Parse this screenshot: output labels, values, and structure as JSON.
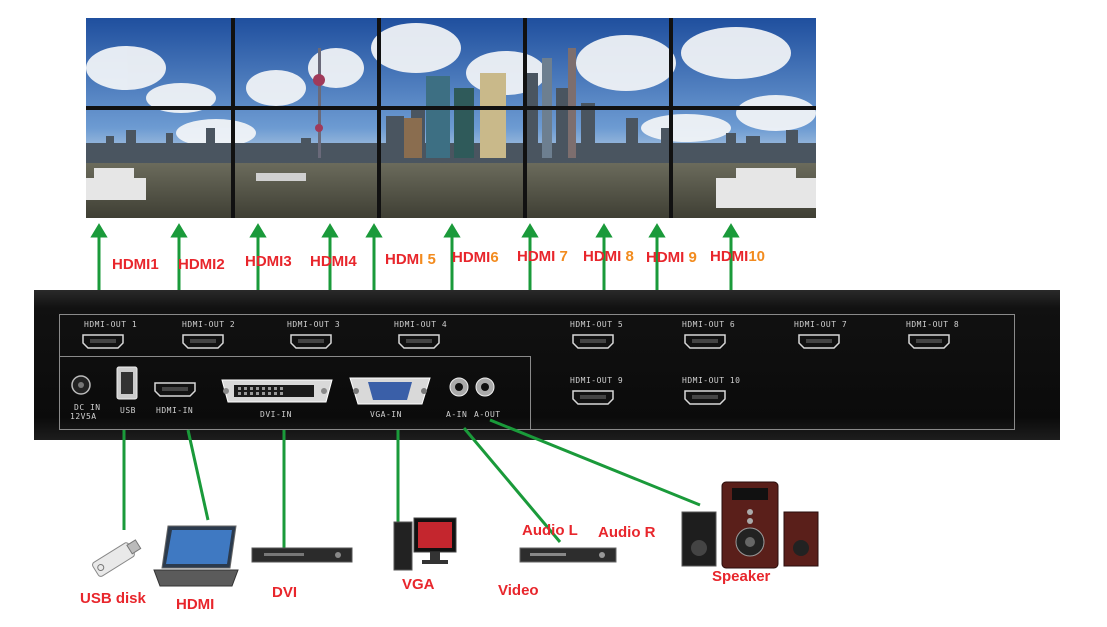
{
  "outputs": [
    {
      "label": "HDMI1"
    },
    {
      "label": "HDMI2"
    },
    {
      "label": "HDMI3"
    },
    {
      "label": "HDMI4"
    },
    {
      "label_main": "HDM",
      "label_num": "I 5"
    },
    {
      "label_main": "HDMI",
      "label_num": "6"
    },
    {
      "label_main": "HDMI",
      "label_num": " 7"
    },
    {
      "label_main": "HDMI",
      "label_num": " 8"
    },
    {
      "label_main": "HDMI",
      "label_num": " 9"
    },
    {
      "label_main": "HDMI",
      "label_num": "10"
    }
  ],
  "panel": {
    "hdmi_out": [
      "HDMI-OUT 1",
      "HDMI-OUT 2",
      "HDMI-OUT 3",
      "HDMI-OUT 4",
      "HDMI-OUT 5",
      "HDMI-OUT 6",
      "HDMI-OUT 7",
      "HDMI-OUT 8",
      "HDMI-OUT 9",
      "HDMI-OUT 10"
    ],
    "dc_in": "DC IN",
    "dc_rating": "12V5A",
    "usb": "USB",
    "hdmi_in": "HDMI-IN",
    "dvi_in": "DVI-IN",
    "vga_in": "VGA-IN",
    "a_in": "A-IN",
    "a_out": "A-OUT"
  },
  "sources": {
    "usb": "USB disk",
    "hdmi": "HDMI",
    "dvi": "DVI",
    "vga": "VGA",
    "video": "Video",
    "audio_l": "Audio L",
    "audio_r": "Audio R",
    "speaker": "Speaker"
  },
  "colors": {
    "arrow": "#1a9a3a",
    "label": "#e8262c",
    "label_num": "#f28b1e",
    "panel": "#0b0b0b"
  }
}
